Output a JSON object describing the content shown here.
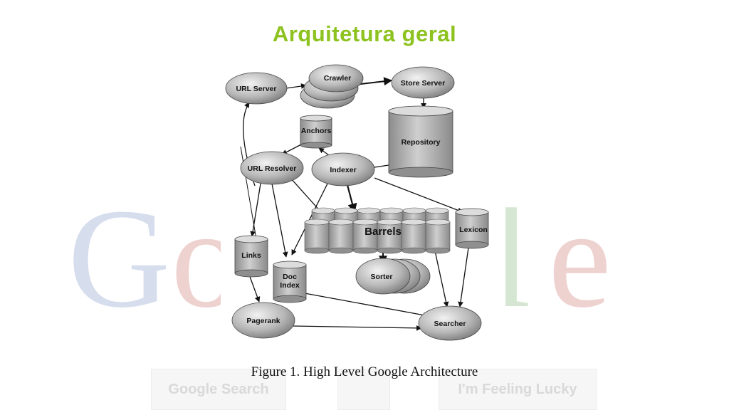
{
  "slide": {
    "title": "Arquitetura geral",
    "caption": "Figure 1. High Level Google Architecture"
  },
  "background": {
    "logo_text": "Google",
    "buttons": [
      "Google Search",
      "I'm Feeling Lucky"
    ]
  },
  "diagram": {
    "nodes": {
      "url_server": "URL Server",
      "crawler": "Crawler",
      "store_server": "Store Server",
      "repository": "Repository",
      "anchors": "Anchors",
      "url_resolver": "URL Resolver",
      "indexer": "Indexer",
      "barrels": "Barrels",
      "lexicon": "Lexicon",
      "links": "Links",
      "doc_index_line1": "Doc",
      "doc_index_line2": "Index",
      "sorter": "Sorter",
      "pagerank": "Pagerank",
      "searcher": "Searcher"
    }
  }
}
